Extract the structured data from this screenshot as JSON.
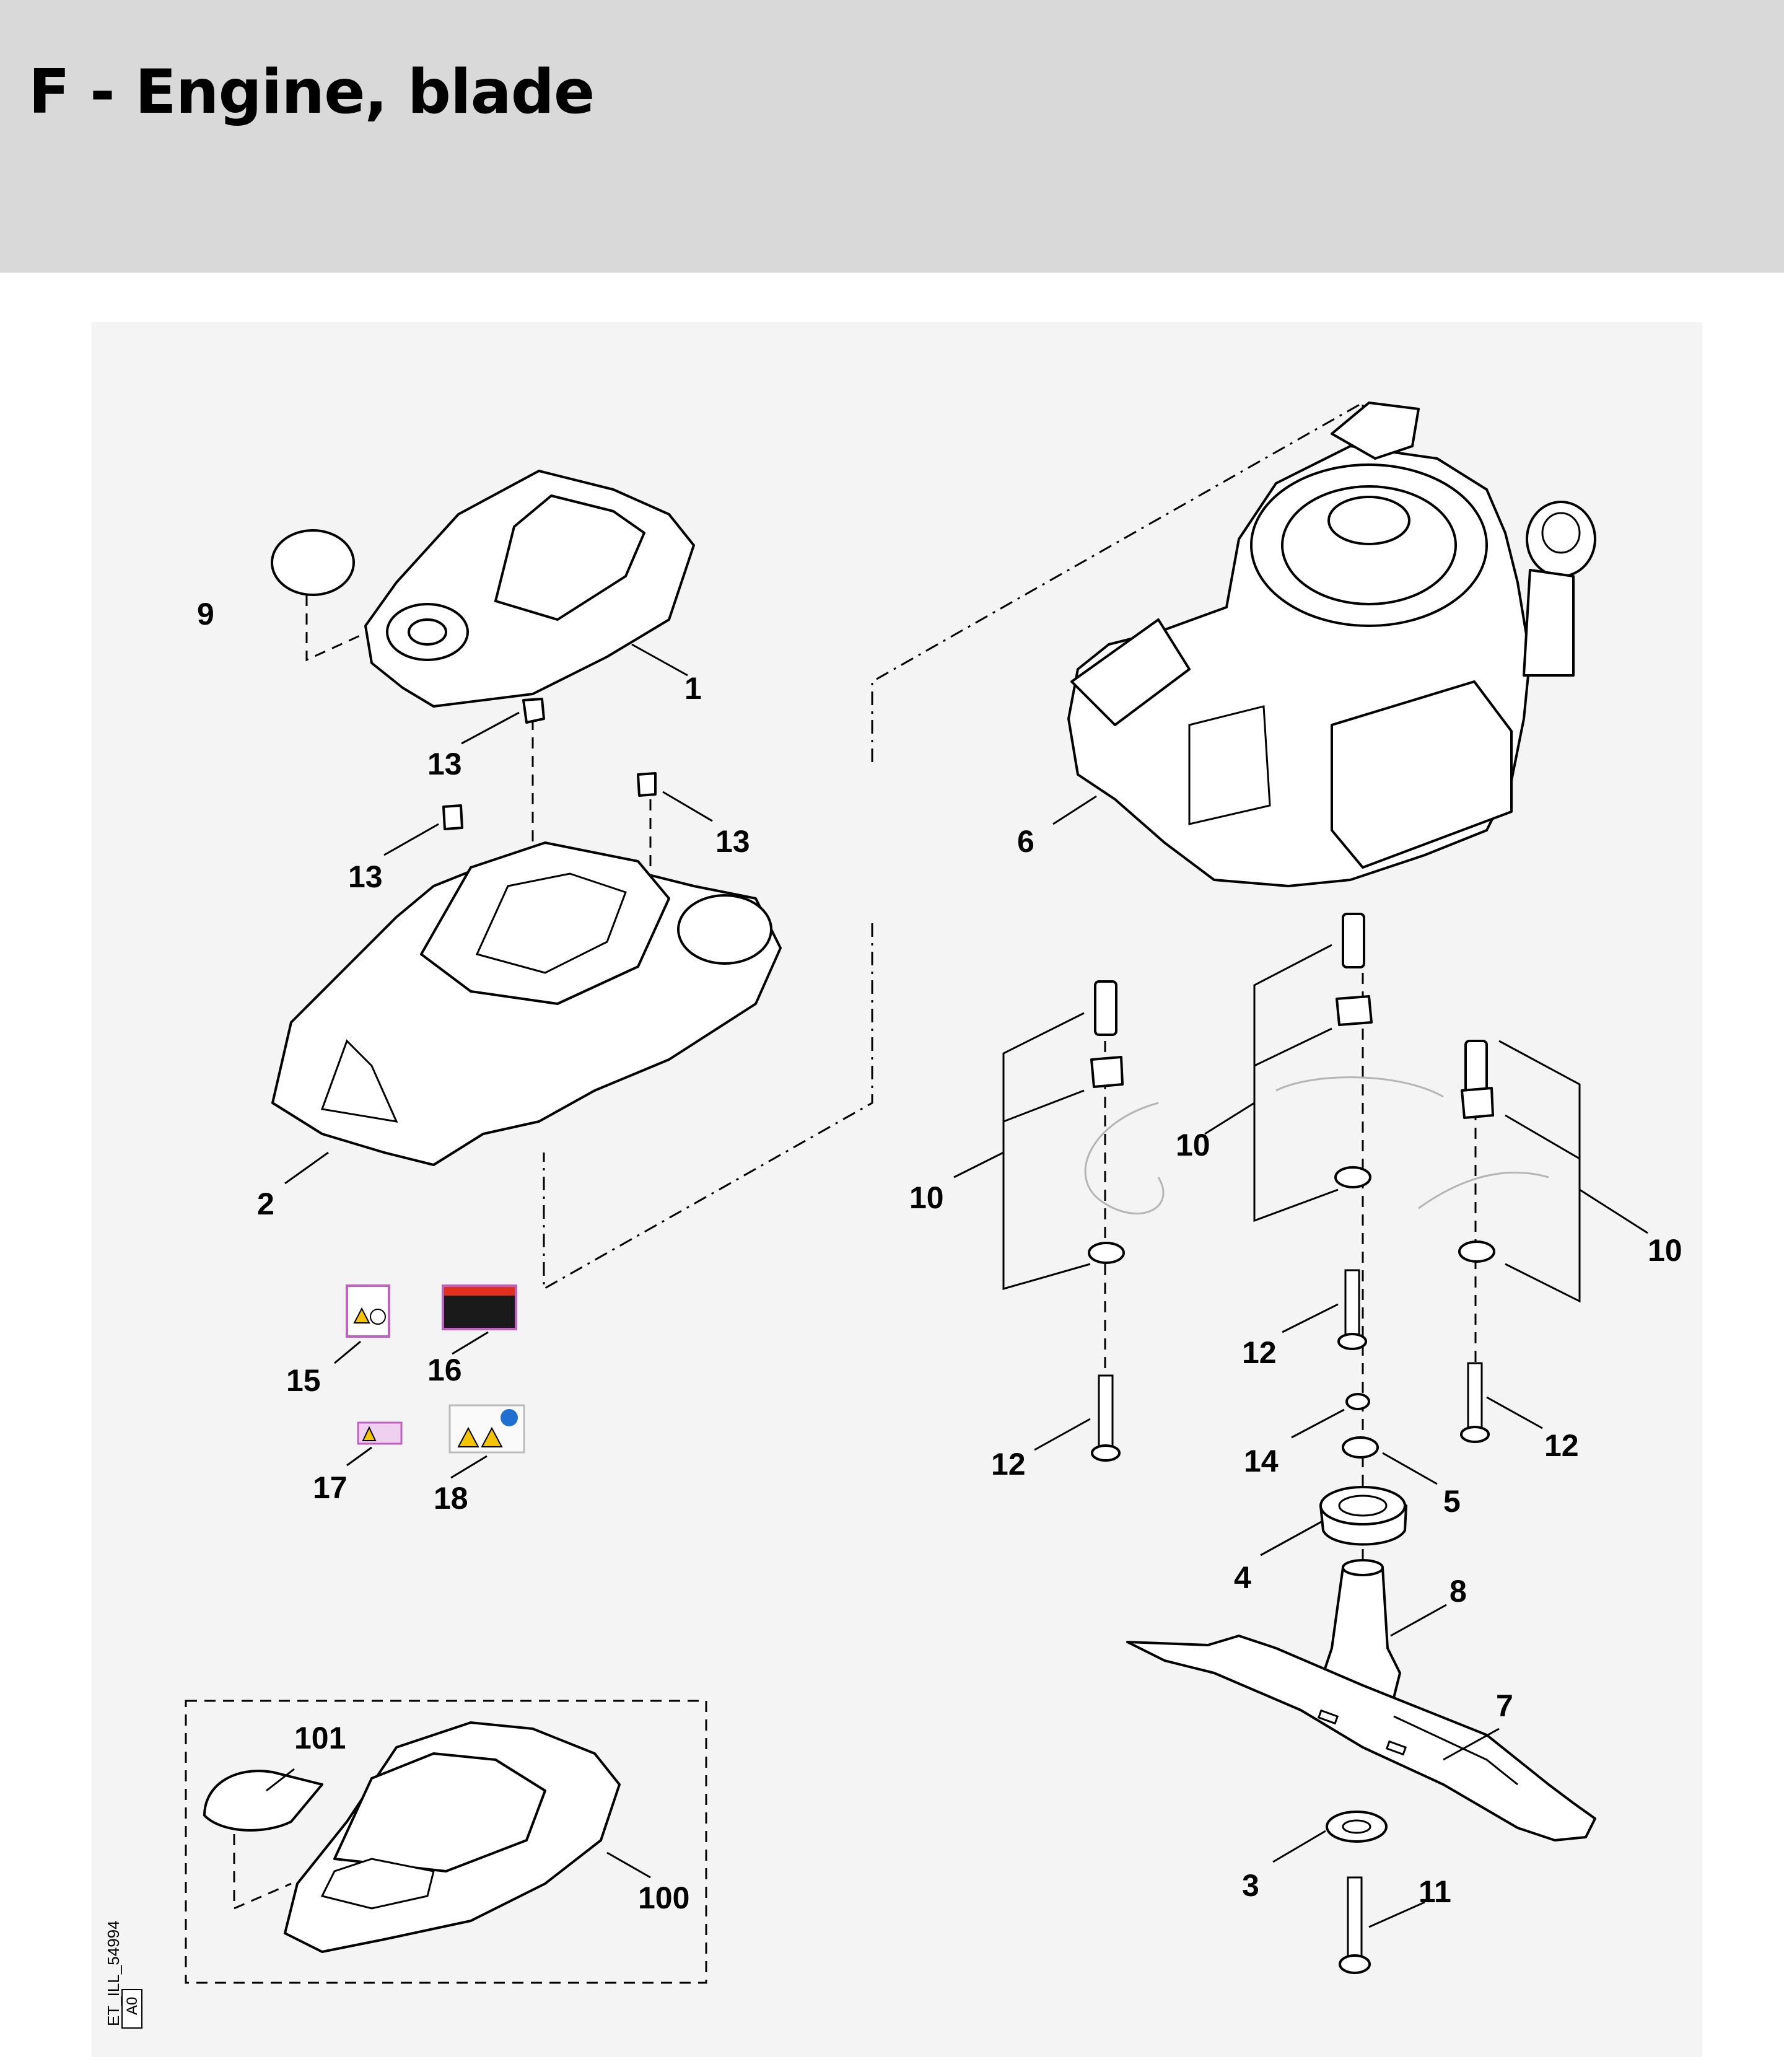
{
  "header": {
    "title": "F - Engine, blade"
  },
  "callouts": {
    "c1": "1",
    "c2": "2",
    "c3": "3",
    "c4": "4",
    "c5": "5",
    "c6": "6",
    "c7": "7",
    "c8": "8",
    "c9": "9",
    "c10a": "10",
    "c10b": "10",
    "c10c": "10",
    "c11": "11",
    "c12a": "12",
    "c12b": "12",
    "c12c": "12",
    "c13a": "13",
    "c13b": "13",
    "c13c": "13",
    "c14": "14",
    "c15": "15",
    "c16": "16",
    "c17": "17",
    "c18": "18",
    "c100": "100",
    "c101": "101"
  },
  "footer": {
    "ref_code": "ET_ILL_54994",
    "revision": "A0"
  },
  "colors": {
    "header_bg": "#d9d9d9",
    "canvas_bg": "#f4f4f4",
    "decal_red": "#e0301e",
    "decal_yellow": "#f5c400",
    "decal_blue": "#1e6fd0",
    "decal_border": "#c060c0"
  }
}
